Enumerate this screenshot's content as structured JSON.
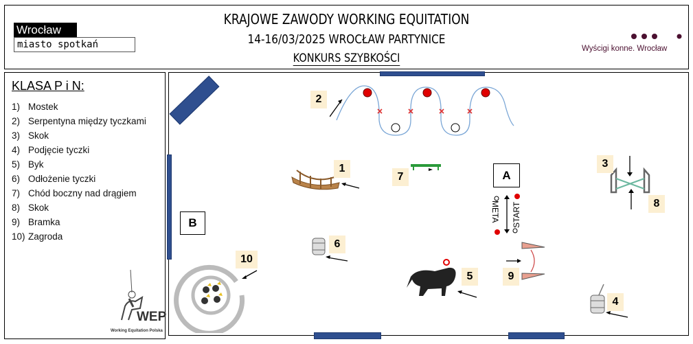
{
  "header": {
    "title": "KRAJOWE ZAWODY WORKING EQUITATION",
    "date_place": "14-16/03/2025 WROCŁAW PARTYNICE",
    "competition": "KONKURS SZYBKOŚCI",
    "logo_left_top": "Wrocław",
    "logo_left_bottom": "miasto spotkań",
    "logo_right": "Wyścigi konne. Wrocław"
  },
  "legend": {
    "heading": "KLASA P i N:",
    "items": [
      {
        "n": "1)",
        "label": "Mostek"
      },
      {
        "n": "2)",
        "label": "Serpentyna między tyczkami"
      },
      {
        "n": "3)",
        "label": "Skok"
      },
      {
        "n": "4)",
        "label": "Podjęcie tyczki"
      },
      {
        "n": "5)",
        "label": "Byk"
      },
      {
        "n": "6)",
        "label": "Odłożenie tyczki"
      },
      {
        "n": "7)",
        "label": "Chód boczny nad drągiem"
      },
      {
        "n": "8)",
        "label": "Skok"
      },
      {
        "n": "9)",
        "label": "Bramka"
      },
      {
        "n": "10)",
        "label": "Zagroda"
      }
    ],
    "wep_logo": "WEP",
    "wep_caption": "Working Equitation Polska"
  },
  "arena": {
    "letter_a": "A",
    "letter_b": "B",
    "start": "START",
    "meta": "META",
    "obstacle_numbers": [
      "1",
      "2",
      "3",
      "4",
      "5",
      "6",
      "7",
      "8",
      "9",
      "10"
    ]
  },
  "colors": {
    "bar": "#2f4f8f",
    "label_bg": "#fcefd2",
    "pole_red": "#e00000",
    "logo_purple": "#4b1030"
  }
}
